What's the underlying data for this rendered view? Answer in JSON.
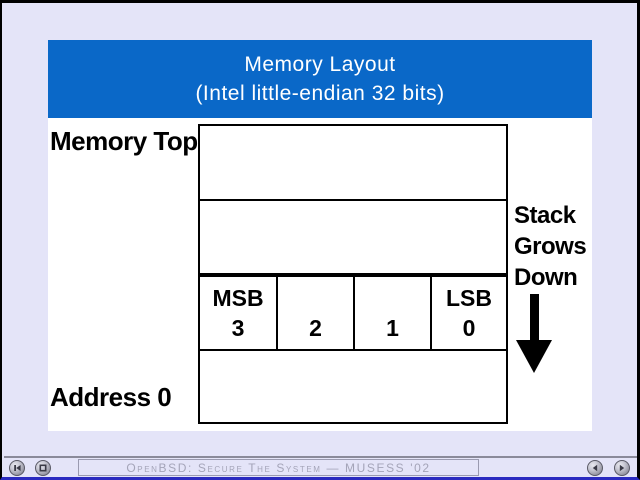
{
  "window": {
    "bg_color": "#e4e4f8",
    "border_color": "#000000",
    "bottom_edge_color": "#2a2ac0"
  },
  "banner": {
    "bg_color": "#0a68c8",
    "text_color": "#ffffff",
    "title_line1": "Memory Layout",
    "title_line2": "(Intel little-endian 32 bits)"
  },
  "diagram": {
    "memory_top_label": "Memory Top",
    "address_zero_label": "Address 0",
    "stack_note_line1": "Stack",
    "stack_note_line2": "Grows",
    "stack_note_line3": "Down",
    "arrow_icon": "thick-down-arrow",
    "byte_cells": [
      {
        "tag": "MSB",
        "index": "3"
      },
      {
        "tag": "",
        "index": "2"
      },
      {
        "tag": "",
        "index": "1"
      },
      {
        "tag": "LSB",
        "index": "0"
      }
    ]
  },
  "footer": {
    "status_text": "OpenBSD: Secure The System — MUSESS '02",
    "buttons": [
      {
        "id": "first-slide-button",
        "icon": "skip-to-start-icon"
      },
      {
        "id": "stop-button",
        "icon": "stop-square-icon"
      },
      {
        "id": "previous-slide-button",
        "icon": "left-triangle-icon"
      },
      {
        "id": "next-slide-button",
        "icon": "right-triangle-icon"
      }
    ]
  }
}
